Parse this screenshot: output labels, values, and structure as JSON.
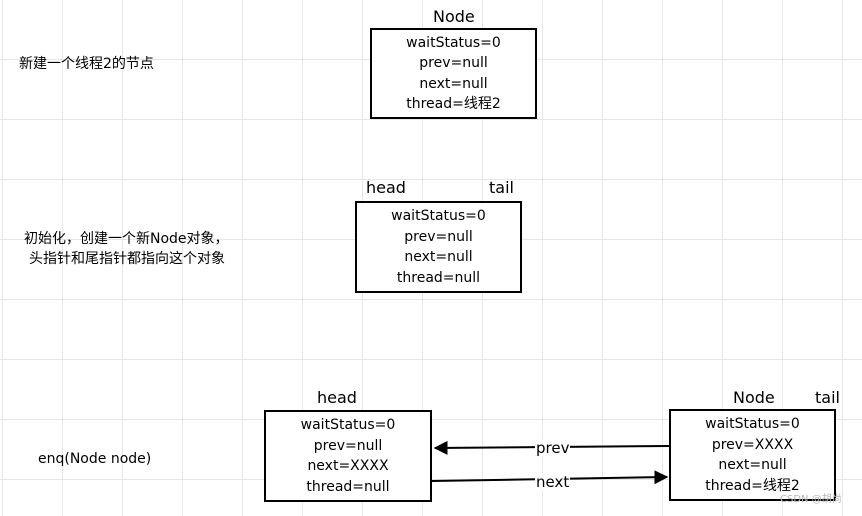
{
  "section1": {
    "caption": "新建一个线程2的节点",
    "label_node": "Node",
    "node": {
      "waitStatus": "waitStatus=0",
      "prev": "prev=null",
      "next": "next=null",
      "thread": "thread=线程2"
    }
  },
  "section2": {
    "caption_line1": "初始化，创建一个新Node对象，",
    "caption_line2": "头指针和尾指针都指向这个对象",
    "label_head": "head",
    "label_tail": "tail",
    "node": {
      "waitStatus": "waitStatus=0",
      "prev": "prev=null",
      "next": "next=null",
      "thread": "thread=null"
    }
  },
  "section3": {
    "caption": "enq(Node node)",
    "label_head": "head",
    "label_node": "Node",
    "label_tail": "tail",
    "head_node": {
      "waitStatus": "waitStatus=0",
      "prev": "prev=null",
      "next": "next=XXXX",
      "thread": "thread=null"
    },
    "tail_node": {
      "waitStatus": "waitStatus=0",
      "prev": "prev=XXXX",
      "next": "next=null",
      "thread": "thread=线程2"
    },
    "arrow_prev_label": "prev",
    "arrow_next_label": "next"
  },
  "watermark": "CSDN @胡尚",
  "colors": {
    "stroke": "#000000",
    "grid": "#e6e6e6",
    "background": "#ffffff",
    "watermark": "#b5b5b5"
  }
}
